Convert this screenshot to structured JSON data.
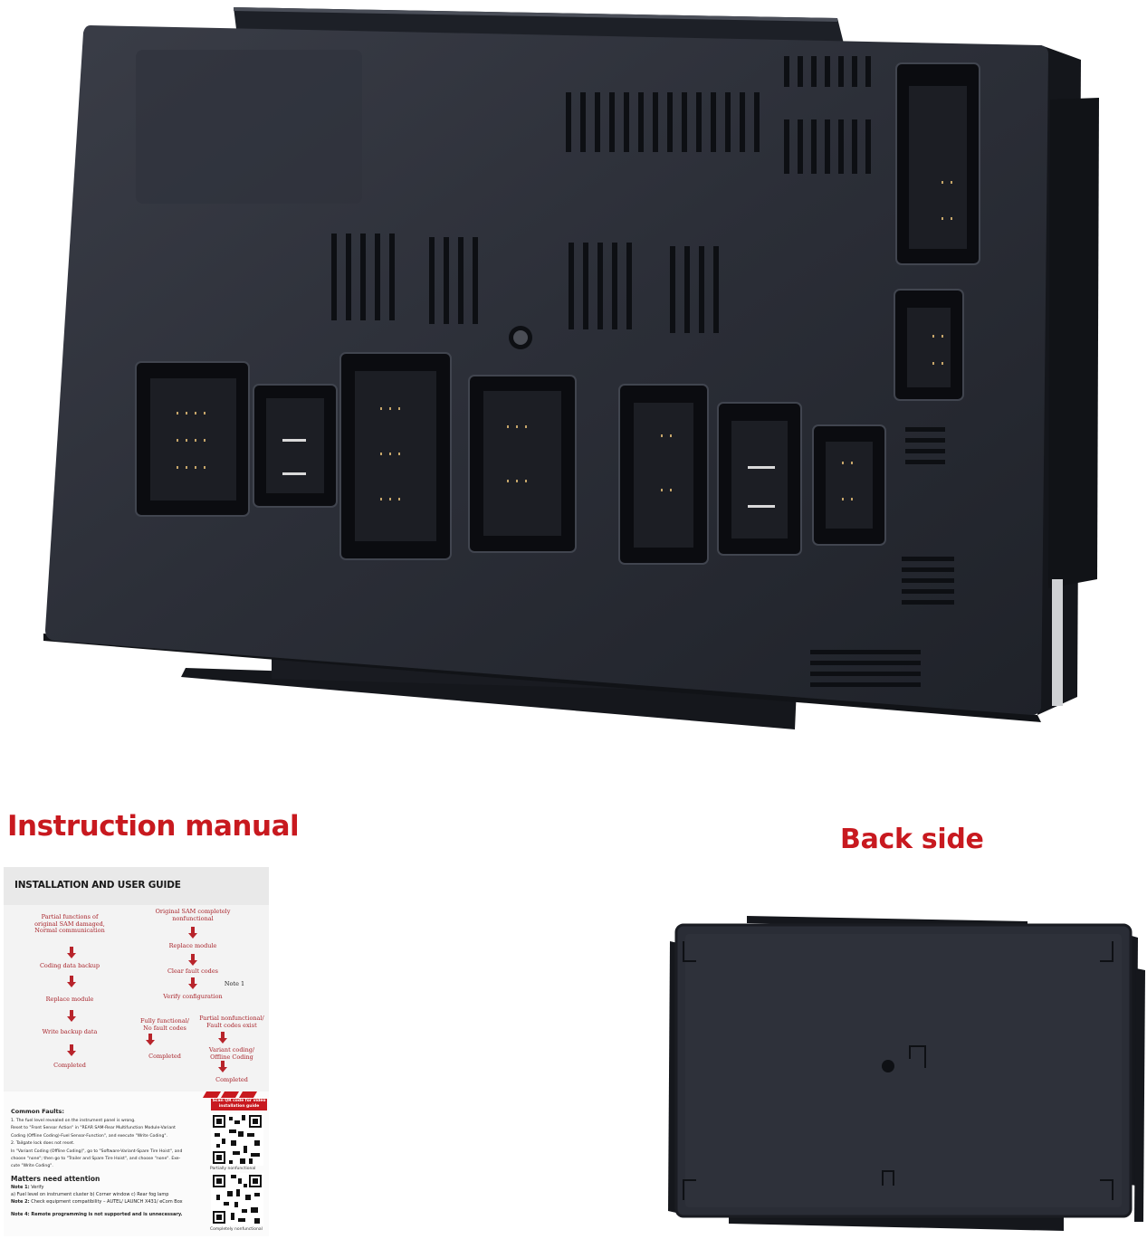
{
  "labels": {
    "instruction_manual": "Instruction manual",
    "back_side": "Back side"
  },
  "manual": {
    "header": "INSTALLATION AND USER GUIDE",
    "flow_left": [
      "Partial functions of original SAM damaged,\nNormal communication",
      "Coding data backup",
      "Replace module",
      "Write backup data",
      "Completed"
    ],
    "flow_right": [
      "Original SAM completely\nnonfunctional",
      "Replace module",
      "Clear fault codes",
      "Verify configuration"
    ],
    "note1": "Note 1",
    "branch_left": [
      "Fully functional/\nNo fault codes",
      "Completed"
    ],
    "branch_right": [
      "Partial nonfunctional/\nFault codes exist",
      "Variant coding/\nOffline Coding",
      "Completed"
    ],
    "qr_caption": "Scan QR code for video\ninstallation guide",
    "qr_label_1": "Partially nonfunctional",
    "qr_label_2": "Completely nonfunctional",
    "common_faults_title": "Common Faults:",
    "common_faults_lines": [
      "1. The fuel level revealed on the instrument panel is wrong.",
      "Reset to \"Front Sensor Action\" in \"REAR SAM-Rear Multifunction Module-Variant",
      "Coding (Offline Coding)-Fuel Sensor-Function\", and execute \"Write Coding\".",
      "2. Tailgate lock does not reset.",
      "In \"Variant Coding (Offline Coding)\", go to \"Software-Variant-Spare Tire Hoist\", and",
      "choose \"none\"; then go to \"Trailer and Spare Tire Hoist\", and choose \"none\". Exe-",
      "cute \"Write Coding\"."
    ],
    "matters_title": "Matters need attention",
    "note1_label": "Note 1:",
    "note1_text": " Verify",
    "note1_items": "a)  Fuel level on instrument cluster     b)  Corner window      c)  Rear fog lamp",
    "note2_label": "Note 2:",
    "note2_text": " Check equipment compatibility – AUTEL/ LAUNCH X431/ eCom Box",
    "note4": "Note 4: Remote programming is not supported and is unnecessary."
  },
  "colors": {
    "accent_red": "#c8191f",
    "housing": "#262a34"
  }
}
